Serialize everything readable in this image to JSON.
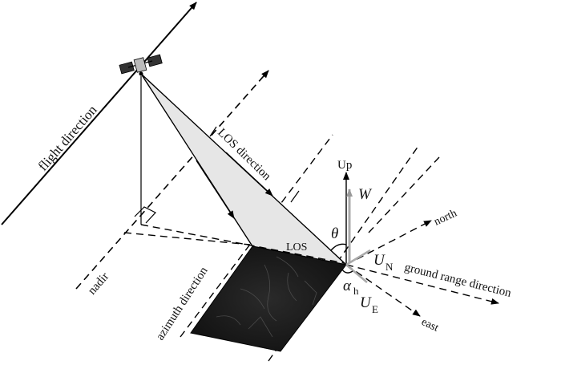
{
  "labels": {
    "flight_direction": "flight direction",
    "nadir": "nadir",
    "los_direction": "LOS direction",
    "los": "LOS",
    "azimuth_direction": "azimuth direction",
    "ground_range_direction": "ground range direction",
    "up": "Up",
    "w": "W",
    "theta": "θ",
    "north": "north",
    "east": "east",
    "u_n": "U",
    "u_n_sub": "N",
    "u_e": "U",
    "u_e_sub": "E",
    "alpha": "α",
    "alpha_sub": "h"
  },
  "icons": [
    "satellite-icon"
  ],
  "colors": {
    "line": "#000000",
    "cone_fill": "#e6e6e6",
    "ground_patch": "#151515",
    "w_arrow": "#aaaaaa"
  }
}
